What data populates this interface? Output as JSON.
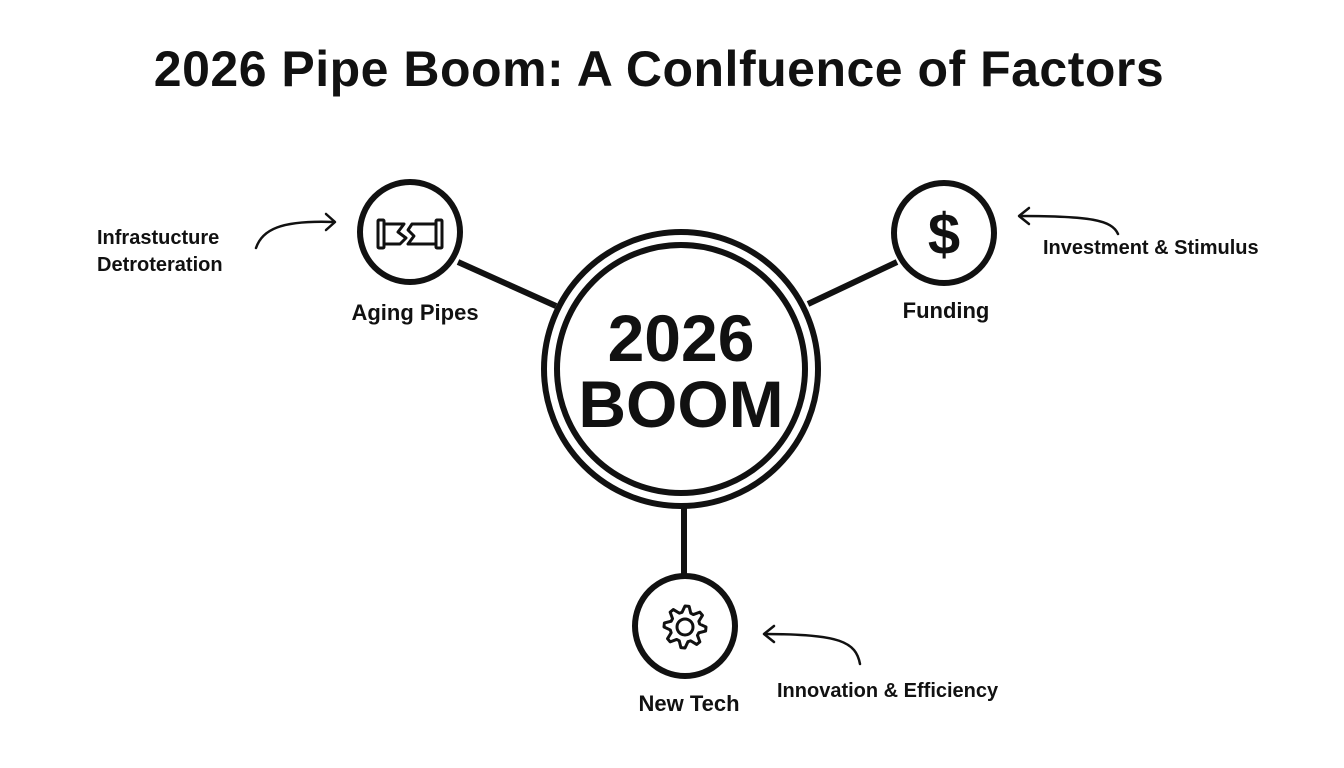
{
  "title": "2026 Pipe Boom: A Conlfuence of Factors",
  "hub": {
    "line1": "2026",
    "line2": "BOOM"
  },
  "factors": [
    {
      "label": "Aging Pipes",
      "icon": "broken-pipe-icon",
      "note_line1": "Infrastucture",
      "note_line2": "Detroteration"
    },
    {
      "label": "Funding",
      "icon": "dollar-icon",
      "note_line1": "Investment & Stimulus"
    },
    {
      "label": "New Tech",
      "icon": "gear-icon",
      "note_line1": "Innovation & Efficiency"
    }
  ],
  "colors": {
    "ink": "#111111",
    "background": "#ffffff"
  }
}
